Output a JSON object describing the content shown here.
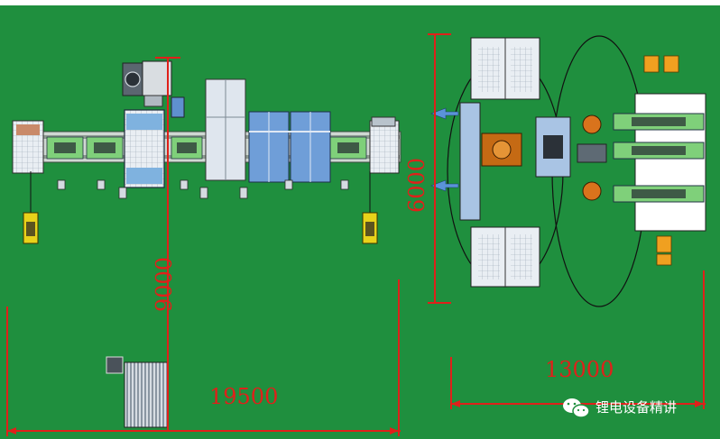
{
  "colors": {
    "background": "#1f8f3e",
    "dimension_line": "#e0201a",
    "machine_blue": "#6f9ed8",
    "machine_light": "#dfe6ee",
    "robot_orange": "#d9731c",
    "cart_yellow": "#e8d21a",
    "watermark_bg": "#ffffff"
  },
  "left_layout": {
    "width_dimension": "19500",
    "height_dimension": "9000"
  },
  "right_layout": {
    "width_dimension": "13000",
    "height_dimension": "6000"
  },
  "watermark": {
    "icon": "wechat-icon",
    "text": "锂电设备精讲"
  }
}
